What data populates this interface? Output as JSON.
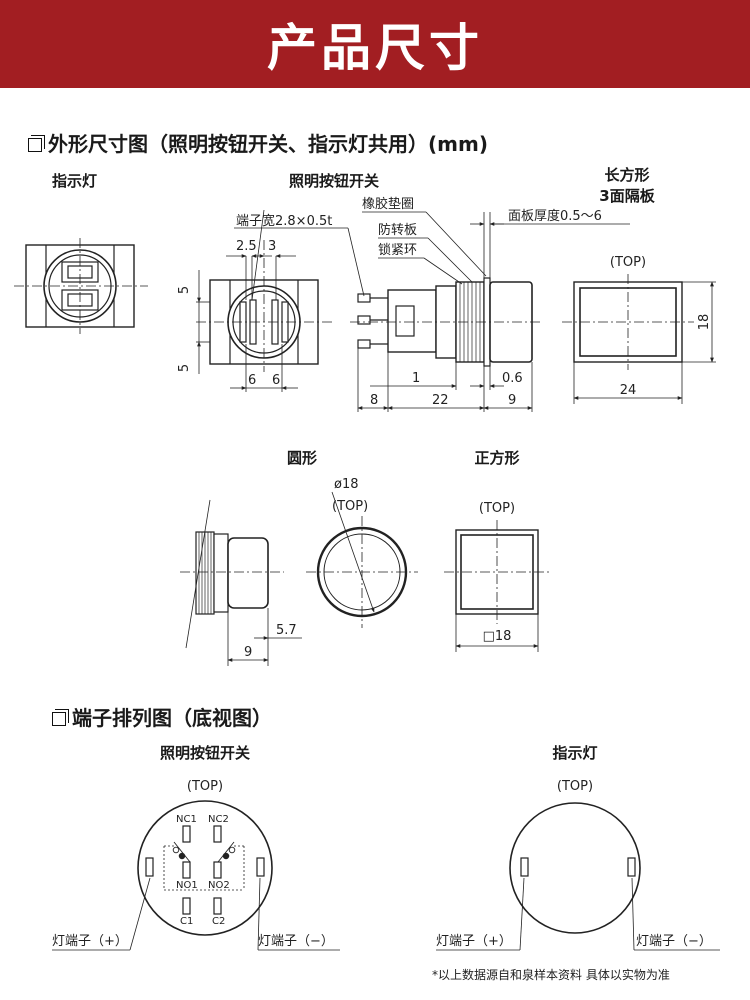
{
  "banner": {
    "title": "产品尺寸"
  },
  "section1": {
    "title": "外形尺寸图（照明按钮开关、指示灯共用）(mm)",
    "labels": {
      "indicator": "指示灯",
      "illum_switch": "照明按钮开关",
      "rect_line1": "长方形",
      "rect_line2": "3面隔板",
      "round": "圆形",
      "square": "正方形"
    },
    "callouts": {
      "terminal_width": "端子宽2.8×0.5t",
      "rubber_gasket": "橡胶垫圈",
      "anti_rotation": "防转板",
      "lock_ring": "锁紧环",
      "panel_thickness": "面板厚度0.5～6"
    },
    "dims": {
      "d2_5": "2.5",
      "d3": "3",
      "d5_top": "5",
      "d5_bottom": "5",
      "d6_left": "6",
      "d6_right": "6",
      "d1": "1",
      "d0_6": "0.6",
      "d8": "8",
      "d22": "22",
      "d9": "9",
      "d18": "18",
      "d24": "24",
      "top_rect": "(TOP)",
      "d5_7": "5.7",
      "d9_round": "9",
      "phi18": "ø18",
      "top_round": "(TOP)",
      "top_square": "(TOP)",
      "sq18": "□18"
    }
  },
  "section2": {
    "title": "端子排列图（底视图）",
    "left": {
      "title": "照明按钮开关",
      "top": "(TOP)",
      "nc1": "NC1",
      "nc2": "NC2",
      "no1": "NO1",
      "no2": "NO2",
      "c1": "C1",
      "c2": "C2",
      "lamp_plus": "灯端子（+）",
      "lamp_minus": "灯端子（−）"
    },
    "right": {
      "title": "指示灯",
      "top": "(TOP)",
      "lamp_plus": "灯端子（+）",
      "lamp_minus": "灯端子（−）"
    }
  },
  "footnote": "*以上数据源自和泉样本资料 具体以实物为准"
}
